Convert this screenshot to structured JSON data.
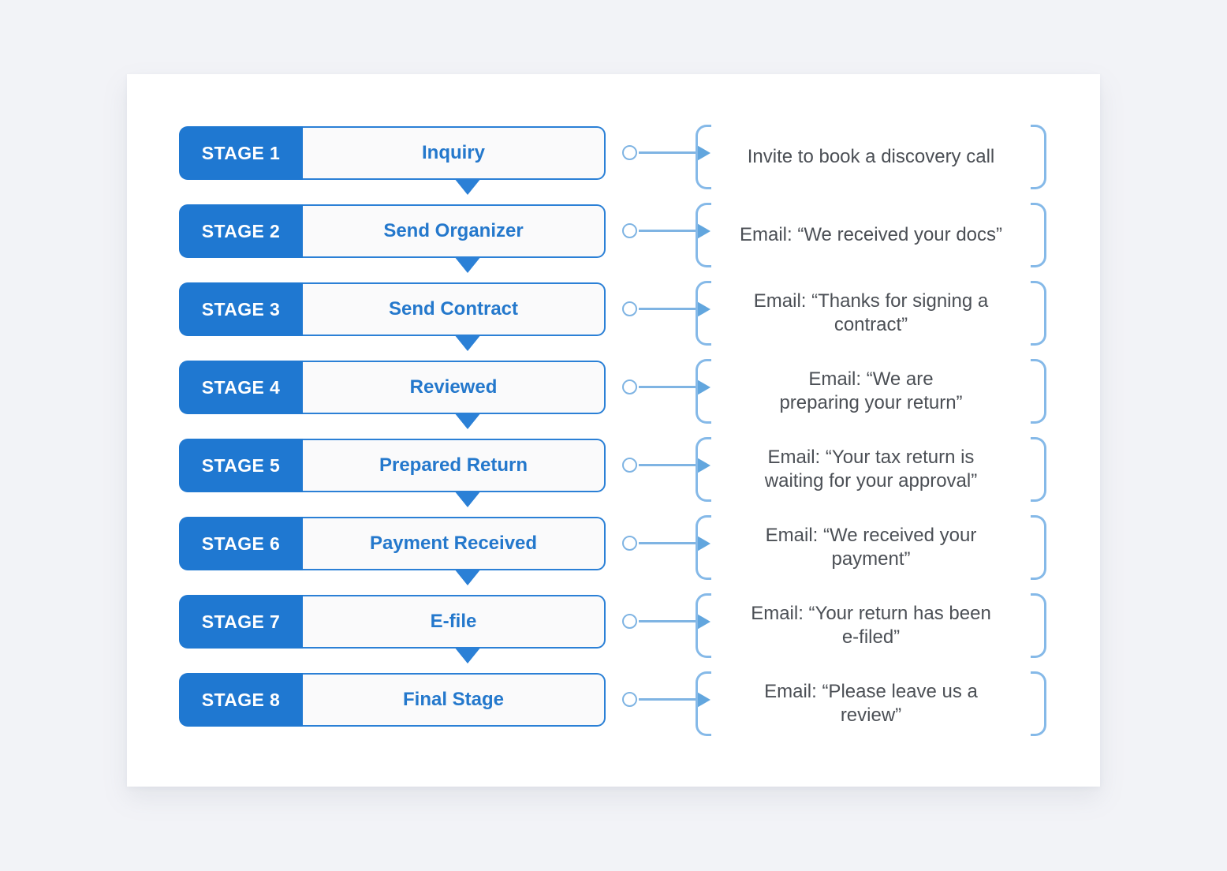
{
  "theme": {
    "page_background": "#f2f3f7",
    "card_background": "#ffffff",
    "stage_block_blue": "#1f78d1",
    "stage_border_blue": "#2b80d6",
    "stage_label_blue": "#2478cc",
    "connector_blue": "#7fb4e3",
    "arrowhead_blue": "#62a6de",
    "bracket_blue": "#85b9e8",
    "note_text_color": "#4b4f55"
  },
  "diagram": {
    "type": "process-flow",
    "title": "",
    "stage_count": 8,
    "rows": [
      {
        "stage_label": "STAGE 1",
        "stage_name": "Inquiry",
        "note": "Invite to book a discovery call",
        "connector_icon": "circle-icon",
        "arrow_icon": "arrow-right-icon",
        "has_down_arrow": true
      },
      {
        "stage_label": "STAGE 2",
        "stage_name": "Send Organizer",
        "note": "Email: “We received your docs”",
        "connector_icon": "circle-icon",
        "arrow_icon": "arrow-right-icon",
        "has_down_arrow": true
      },
      {
        "stage_label": "STAGE 3",
        "stage_name": "Send Contract",
        "note": "Email: “Thanks for signing a\ncontract”",
        "connector_icon": "circle-icon",
        "arrow_icon": "arrow-right-icon",
        "has_down_arrow": true
      },
      {
        "stage_label": "STAGE 4",
        "stage_name": "Reviewed",
        "note": "Email: “We are\npreparing your return”",
        "connector_icon": "circle-icon",
        "arrow_icon": "arrow-right-icon",
        "has_down_arrow": true
      },
      {
        "stage_label": "STAGE 5",
        "stage_name": "Prepared Return",
        "note": "Email: “Your tax return is\nwaiting for your approval”",
        "connector_icon": "circle-icon",
        "arrow_icon": "arrow-right-icon",
        "has_down_arrow": true
      },
      {
        "stage_label": "STAGE 6",
        "stage_name": "Payment Received",
        "note": "Email: “We received your\npayment”",
        "connector_icon": "circle-icon",
        "arrow_icon": "arrow-right-icon",
        "has_down_arrow": true
      },
      {
        "stage_label": "STAGE 7",
        "stage_name": "E-file",
        "note": "Email: “Your return has been\ne-filed”",
        "connector_icon": "circle-icon",
        "arrow_icon": "arrow-right-icon",
        "has_down_arrow": true
      },
      {
        "stage_label": "STAGE 8",
        "stage_name": "Final Stage",
        "note": "Email: “Please leave us a\nreview”",
        "connector_icon": "circle-icon",
        "arrow_icon": "arrow-right-icon",
        "has_down_arrow": false
      }
    ]
  }
}
